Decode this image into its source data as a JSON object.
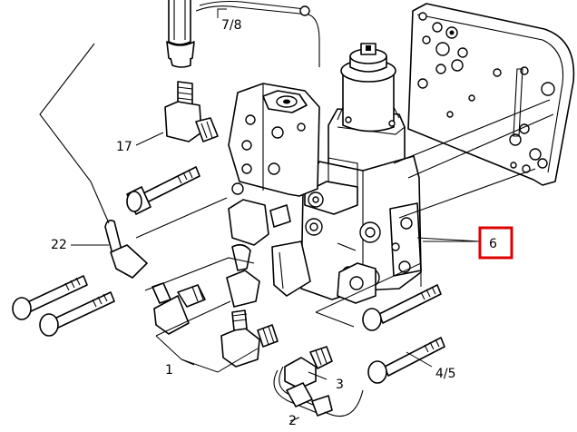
{
  "labels": {
    "l78": "7/8",
    "l17": "17",
    "l22": "22",
    "l6": "6",
    "l1": "1",
    "l3": "3",
    "l45": "4/5",
    "l2": "2"
  },
  "highlight_color": "#dd0000"
}
